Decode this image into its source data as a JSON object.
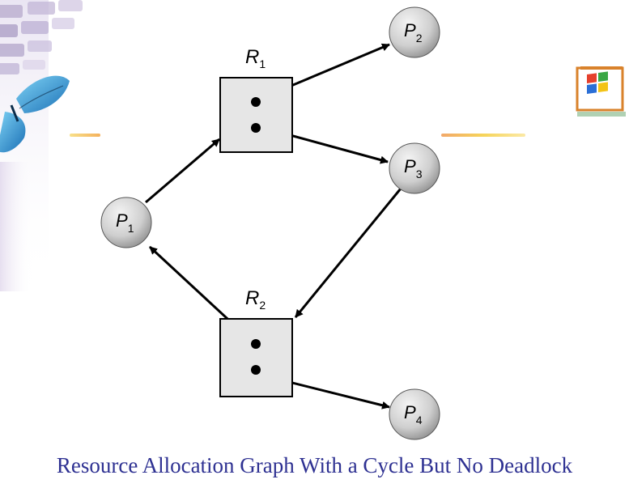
{
  "diagram": {
    "resources": [
      {
        "id": "R1",
        "letter": "R",
        "sub": "1"
      },
      {
        "id": "R2",
        "letter": "R",
        "sub": "2"
      }
    ],
    "processes": [
      {
        "id": "P1",
        "letter": "P",
        "sub": "1"
      },
      {
        "id": "P2",
        "letter": "P",
        "sub": "2"
      },
      {
        "id": "P3",
        "letter": "P",
        "sub": "3"
      },
      {
        "id": "P4",
        "letter": "P",
        "sub": "4"
      }
    ],
    "edges": [
      {
        "from": "P1",
        "to": "R1",
        "kind": "request"
      },
      {
        "from": "R1",
        "to": "P2",
        "kind": "assignment"
      },
      {
        "from": "R1",
        "to": "P3",
        "kind": "assignment"
      },
      {
        "from": "P3",
        "to": "R2",
        "kind": "request"
      },
      {
        "from": "R2",
        "to": "P1",
        "kind": "assignment"
      },
      {
        "from": "R2",
        "to": "P4",
        "kind": "assignment"
      }
    ]
  },
  "caption": "Resource Allocation Graph With a Cycle But No Deadlock",
  "colors": {
    "caption": "#2e3192",
    "node_fill": "#d6d6d6",
    "resource_fill": "#e6e6e6",
    "stroke": "#000000"
  }
}
